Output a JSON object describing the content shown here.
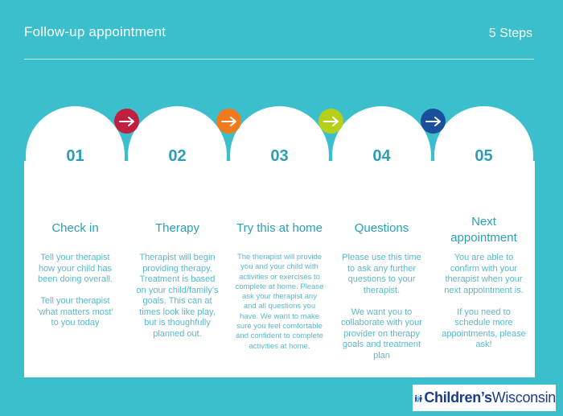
{
  "header": {
    "title": "Follow-up appointment",
    "steps_label": "5 Steps"
  },
  "steps": [
    {
      "number": "01",
      "heading": "Check in",
      "text": "Tell your therapist how your child has been doing overall.\n\nTell your therapist ‘what matters most’ to you today",
      "arrow_color": "#c0203f"
    },
    {
      "number": "02",
      "heading": "Therapy",
      "text": "Therapist will begin providing therapy. Treatment is based on your child/family’s goals. This can at times look like play, but is thoughfully planned out.",
      "arrow_color": "#f07b1c"
    },
    {
      "number": "03",
      "heading": "Try this at home",
      "text": "The therapist will provide you and your child with activities or exercises to complete at home. Please ask your therapist any and all questions you have. We want to make sure you feel comfortable and confident to complete activities at home.",
      "arrow_color": "#b5cf1a"
    },
    {
      "number": "04",
      "heading": "Questions",
      "text": "Please use this time to ask any further questions to your therapist.\n\nWe want you to collaborate with your provider on therapy goals and treatment plan",
      "arrow_color": "#1a4f9c"
    },
    {
      "number": "05",
      "heading": "Next appointment",
      "text": "You are able to confirm with your therapist when your next appointment is.\n\nIf you need to schedule more appointments, please ask!"
    }
  ],
  "logo": {
    "text_bold": "Children’s",
    "text_regular": "Wisconsin"
  }
}
